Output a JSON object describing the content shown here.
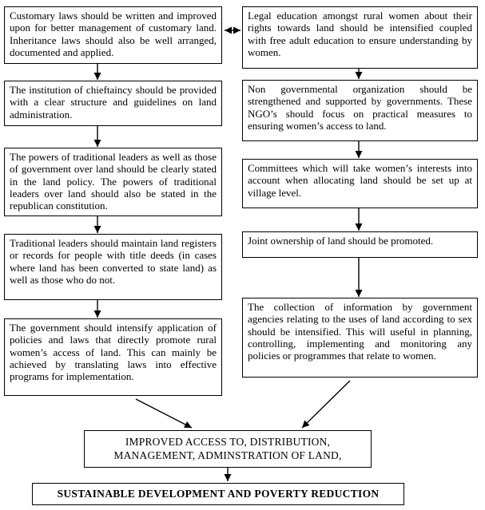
{
  "diagram": {
    "left_column": [
      "Customary laws should be written and improved upon for better management of customary land. Inheritance laws should also be well arranged, documented and applied.",
      "The institution of chieftaincy should be provided with a clear structure and guidelines on land administration.",
      "The powers of traditional leaders as well as those of government over land should be clearly stated in the land policy. The powers of traditional leaders over land should also be stated in the republican constitution.",
      "Traditional leaders should maintain land registers or records for people with title deeds (in cases where land has been converted to state land) as well as those who do not.",
      "The government should intensify application of policies and laws that directly promote rural women’s access of land. This can mainly be achieved by translating laws into effective programs for implementation."
    ],
    "right_column": [
      "Legal education amongst rural women about their rights towards land should be intensified coupled with free adult education to ensure understanding by women.",
      "Non governmental organization should be strengthened and supported by governments. These NGO’s should focus on practical measures to ensuring women’s access to land.",
      "Committees which will take women’s interests into account when allocating land should be set up at village level.",
      "Joint ownership of land should be promoted.",
      "The collection of information by government agencies relating to the uses of land according to sex should be intensified. This will useful in planning, controlling, implementing and monitoring any policies or programmes that relate to women."
    ],
    "outcome_box": "IMPROVED ACCESS TO, DISTRIBUTION, MANAGEMENT, ADMINSTRATION OF LAND,",
    "final_box": "SUSTAINABLE DEVELOPMENT AND POVERTY REDUCTION",
    "colors": {
      "line": "#000000",
      "border": "#000000",
      "background": "#ffffff",
      "text": "#000000"
    }
  }
}
